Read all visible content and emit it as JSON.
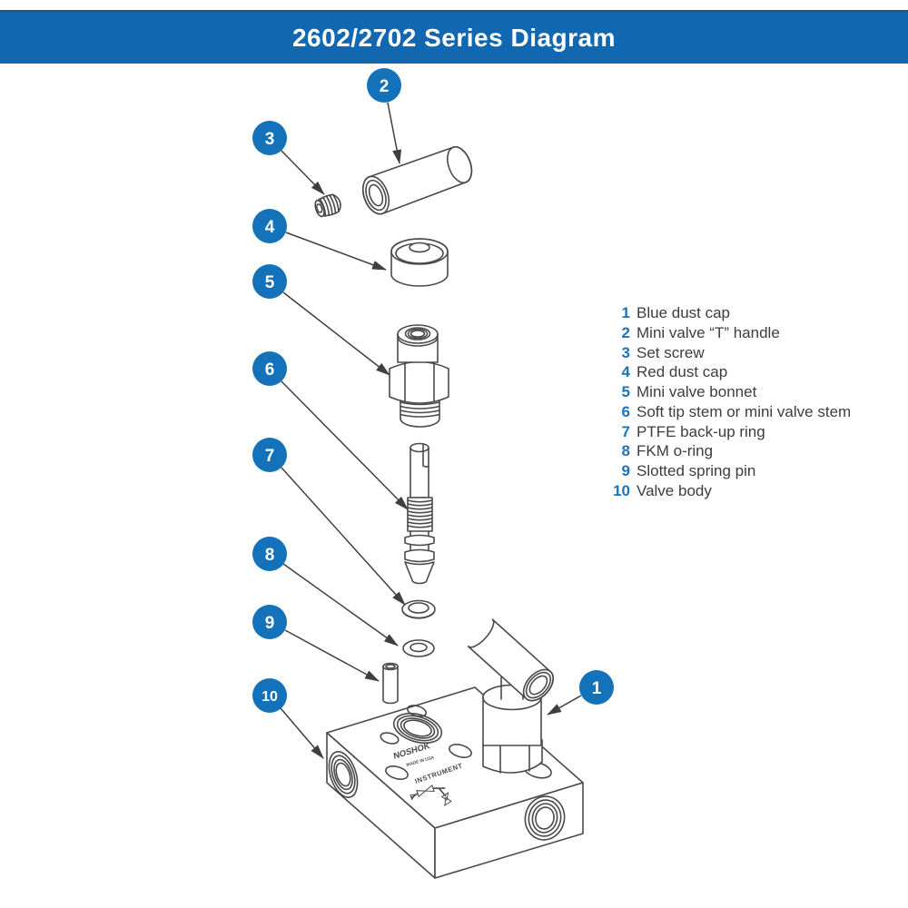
{
  "title": "2602/2702 Series Diagram",
  "colors": {
    "header_bg": "#1168b0",
    "header_text": "#ffffff",
    "callout_fill": "#1372ba",
    "legend_number": "#1b74b8",
    "legend_text": "#3d3d3d",
    "line_art": "#4a4a4a"
  },
  "legend": {
    "items": [
      {
        "number": "1",
        "label": "Blue dust cap"
      },
      {
        "number": "2",
        "label": "Mini valve “T” handle"
      },
      {
        "number": "3",
        "label": "Set screw"
      },
      {
        "number": "4",
        "label": "Red dust cap"
      },
      {
        "number": "5",
        "label": "Mini valve bonnet"
      },
      {
        "number": "6",
        "label": "Soft tip stem or mini valve stem"
      },
      {
        "number": "7",
        "label": "PTFE back-up ring"
      },
      {
        "number": "8",
        "label": "FKM o-ring"
      },
      {
        "number": "9",
        "label": "Slotted spring pin"
      },
      {
        "number": "10",
        "label": "Valve body"
      }
    ]
  },
  "callouts": [
    {
      "number": "1"
    },
    {
      "number": "2"
    },
    {
      "number": "3"
    },
    {
      "number": "4"
    },
    {
      "number": "5"
    },
    {
      "number": "6"
    },
    {
      "number": "7"
    },
    {
      "number": "8"
    },
    {
      "number": "9"
    },
    {
      "number": "10"
    }
  ],
  "body_markings": {
    "logo": "NOSHOK",
    "origin": "MADE IN USA",
    "label": "INSTRUMENT"
  }
}
